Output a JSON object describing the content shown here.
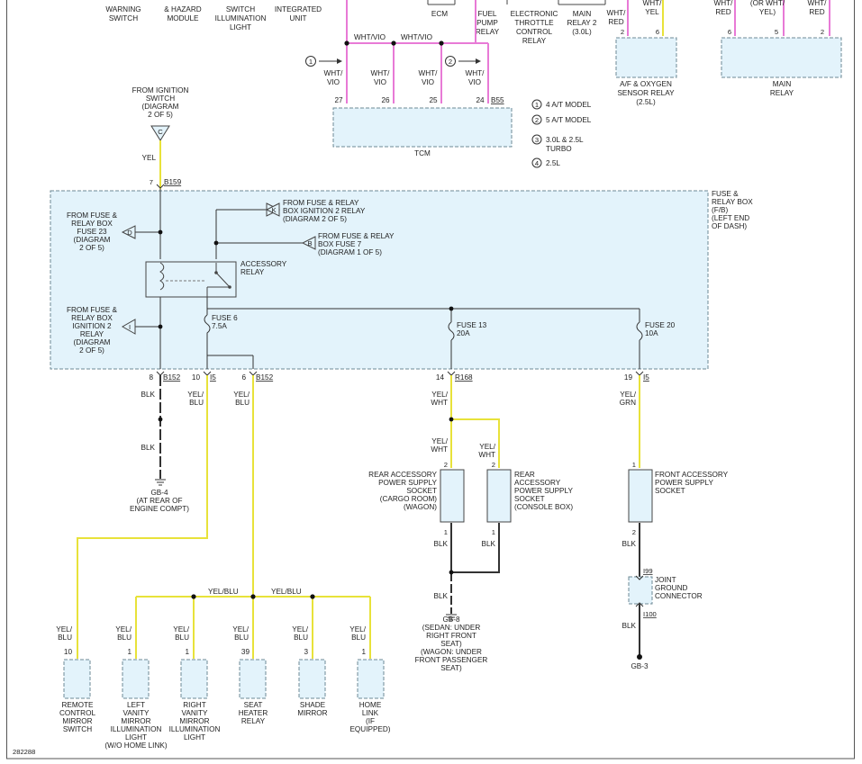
{
  "colors": {
    "wire_yellow": "#e8e23a",
    "wire_pink": "#e87ad6",
    "wire_black": "#333333",
    "box_fill": "#e3f3fb",
    "box_stroke": "#6c8a95"
  },
  "header": {
    "warning": [
      "WARNING",
      "SWITCH"
    ],
    "hazard": [
      "& HAZARD",
      "MODULE"
    ],
    "switch_illum": [
      "SWITCH",
      "ILLUMINATION",
      "LIGHT"
    ],
    "integrated": [
      "INTEGRATED",
      "UNIT"
    ],
    "ecm": "ECM",
    "fuel_pump": [
      "FUEL",
      "PUMP",
      "RELAY"
    ],
    "etc": [
      "ELECTRONIC",
      "THROTTLE",
      "CONTROL",
      "RELAY"
    ],
    "main_relay2": [
      "MAIN",
      "RELAY 2",
      "(3.0L)"
    ],
    "wire_wht_red_1": [
      "WHT/",
      "RED"
    ],
    "wire_wht_yel": [
      "WHT/",
      "YEL"
    ],
    "wire_wht_red_2": [
      "WHT/",
      "RED"
    ],
    "wire_or_wht_yel": [
      "(OR WHT/",
      "YEL)"
    ],
    "wire_wht_red_3": [
      "WHT/",
      "RED"
    ]
  },
  "af_relay": {
    "pins": [
      "2",
      "6"
    ],
    "label": [
      "A/F & OXYGEN",
      "SENSOR RELAY",
      "(2.5L)"
    ]
  },
  "main_relay": {
    "pins": [
      "6",
      "5",
      "2"
    ],
    "label": [
      "MAIN",
      "RELAY"
    ]
  },
  "tcm": {
    "label": "TCM",
    "bus_wire": "WHT/VIO",
    "wire_label": [
      "WHT/",
      "VIO"
    ],
    "pins": [
      "27",
      "26",
      "25",
      "24"
    ],
    "connector": "B55",
    "note1": "1",
    "note2": "2"
  },
  "legend": [
    {
      "num": "1",
      "text": [
        "4 A/T MODEL"
      ]
    },
    {
      "num": "2",
      "text": [
        "5 A/T MODEL"
      ]
    },
    {
      "num": "3",
      "text": [
        "3.0L & 2.5L",
        "TURBO"
      ]
    },
    {
      "num": "4",
      "text": [
        "2.5L"
      ]
    }
  ],
  "ign_source": {
    "label": [
      "FROM IGNITION",
      "SWITCH",
      "(DIAGRAM",
      "2 OF 5)"
    ],
    "letter": "C",
    "wire": "YEL",
    "pin": "7",
    "connector": "B159"
  },
  "fuse_box": {
    "label": [
      "FUSE &",
      "RELAY BOX",
      "(F/B)",
      "(LEFT END",
      "OF DASH)"
    ],
    "from_k": {
      "letter": "K",
      "text": [
        "FROM FUSE & RELAY",
        "BOX IGNITION 2 RELAY",
        "(DIAGRAM 2 OF 5)"
      ]
    },
    "from_b": {
      "letter": "B",
      "text": [
        "FROM FUSE & RELAY",
        "BOX FUSE 7",
        "(DIAGRAM 1 OF 5)"
      ]
    },
    "from_d": {
      "letter": "D",
      "text": [
        "FROM FUSE &",
        "RELAY BOX",
        "FUSE 23",
        "(DIAGRAM",
        "2 OF 5)"
      ]
    },
    "from_i": {
      "letter": "I",
      "text": [
        "FROM FUSE &",
        "RELAY BOX",
        "IGNITION 2",
        "RELAY",
        "(DIAGRAM",
        "2 OF 5)"
      ]
    },
    "relay": [
      "ACCESSORY",
      "RELAY"
    ],
    "fuse6": [
      "FUSE 6",
      "7.5A"
    ],
    "fuse13": [
      "FUSE 13",
      "20A"
    ],
    "fuse20": [
      "FUSE 20",
      "10A"
    ]
  },
  "outputs": {
    "p8": "8",
    "c8": "B152",
    "p10": "10",
    "c10": "I5",
    "p6": "6",
    "c6": "B152",
    "p14": "14",
    "c14": "R168",
    "p19": "19",
    "c19": "I5"
  },
  "ground_gb4": {
    "wire1": "BLK",
    "wire2": "BLK",
    "label": [
      "GB-4",
      "(AT REAR OF",
      "ENGINE COMPT)"
    ]
  },
  "wires": {
    "yel_blu": [
      "YEL/",
      "BLU"
    ],
    "yel_blu_bus": "YEL/BLU",
    "yel_wht": [
      "YEL/",
      "WHT"
    ],
    "yel_grn": [
      "YEL/",
      "GRN"
    ],
    "blk": "BLK"
  },
  "rear_socket": {
    "pin_top": "2",
    "pin_bottom": "1",
    "label": [
      "REAR ACCESSORY",
      "POWER SUPPLY",
      "SOCKET",
      "(CARGO ROOM)",
      "(WAGON)"
    ]
  },
  "console_socket": {
    "pin_top": "2",
    "pin_bottom": "1",
    "label": [
      "REAR",
      "ACCESSORY",
      "POWER SUPPLY",
      "SOCKET",
      "(CONSOLE BOX)"
    ]
  },
  "ground_gb8": {
    "label": [
      "GB-8",
      "(SEDAN: UNDER",
      "RIGHT FRONT",
      "SEAT)",
      "(WAGON: UNDER",
      "FRONT PASSENGER",
      "SEAT)"
    ]
  },
  "front_socket": {
    "pin_top": "1",
    "pin_bottom": "2",
    "label": [
      "FRONT ACCESSORY",
      "POWER SUPPLY",
      "SOCKET"
    ]
  },
  "joint": {
    "c_top": "I99",
    "c_bottom": "I100",
    "label": [
      "JOINT",
      "GROUND",
      "CONNECTOR"
    ]
  },
  "ground_gb3": "GB-3",
  "loads": [
    {
      "pin": "10",
      "label": [
        "REMOTE",
        "CONTROL",
        "MIRROR",
        "SWITCH"
      ]
    },
    {
      "pin": "1",
      "label": [
        "LEFT",
        "VANITY",
        "MIRROR",
        "ILLUMINATION",
        "LIGHT",
        "(W/O HOME LINK)"
      ]
    },
    {
      "pin": "1",
      "label": [
        "RIGHT",
        "VANITY",
        "MIRROR",
        "ILLUMINATION",
        "LIGHT"
      ]
    },
    {
      "pin": "39",
      "label": [
        "SEAT",
        "HEATER",
        "RELAY"
      ]
    },
    {
      "pin": "3",
      "label": [
        "SHADE",
        "MIRROR"
      ]
    },
    {
      "pin": "1",
      "label": [
        "HOME",
        "LINK",
        "(IF",
        "EQUIPPED)"
      ]
    }
  ],
  "figure_id": "282288"
}
